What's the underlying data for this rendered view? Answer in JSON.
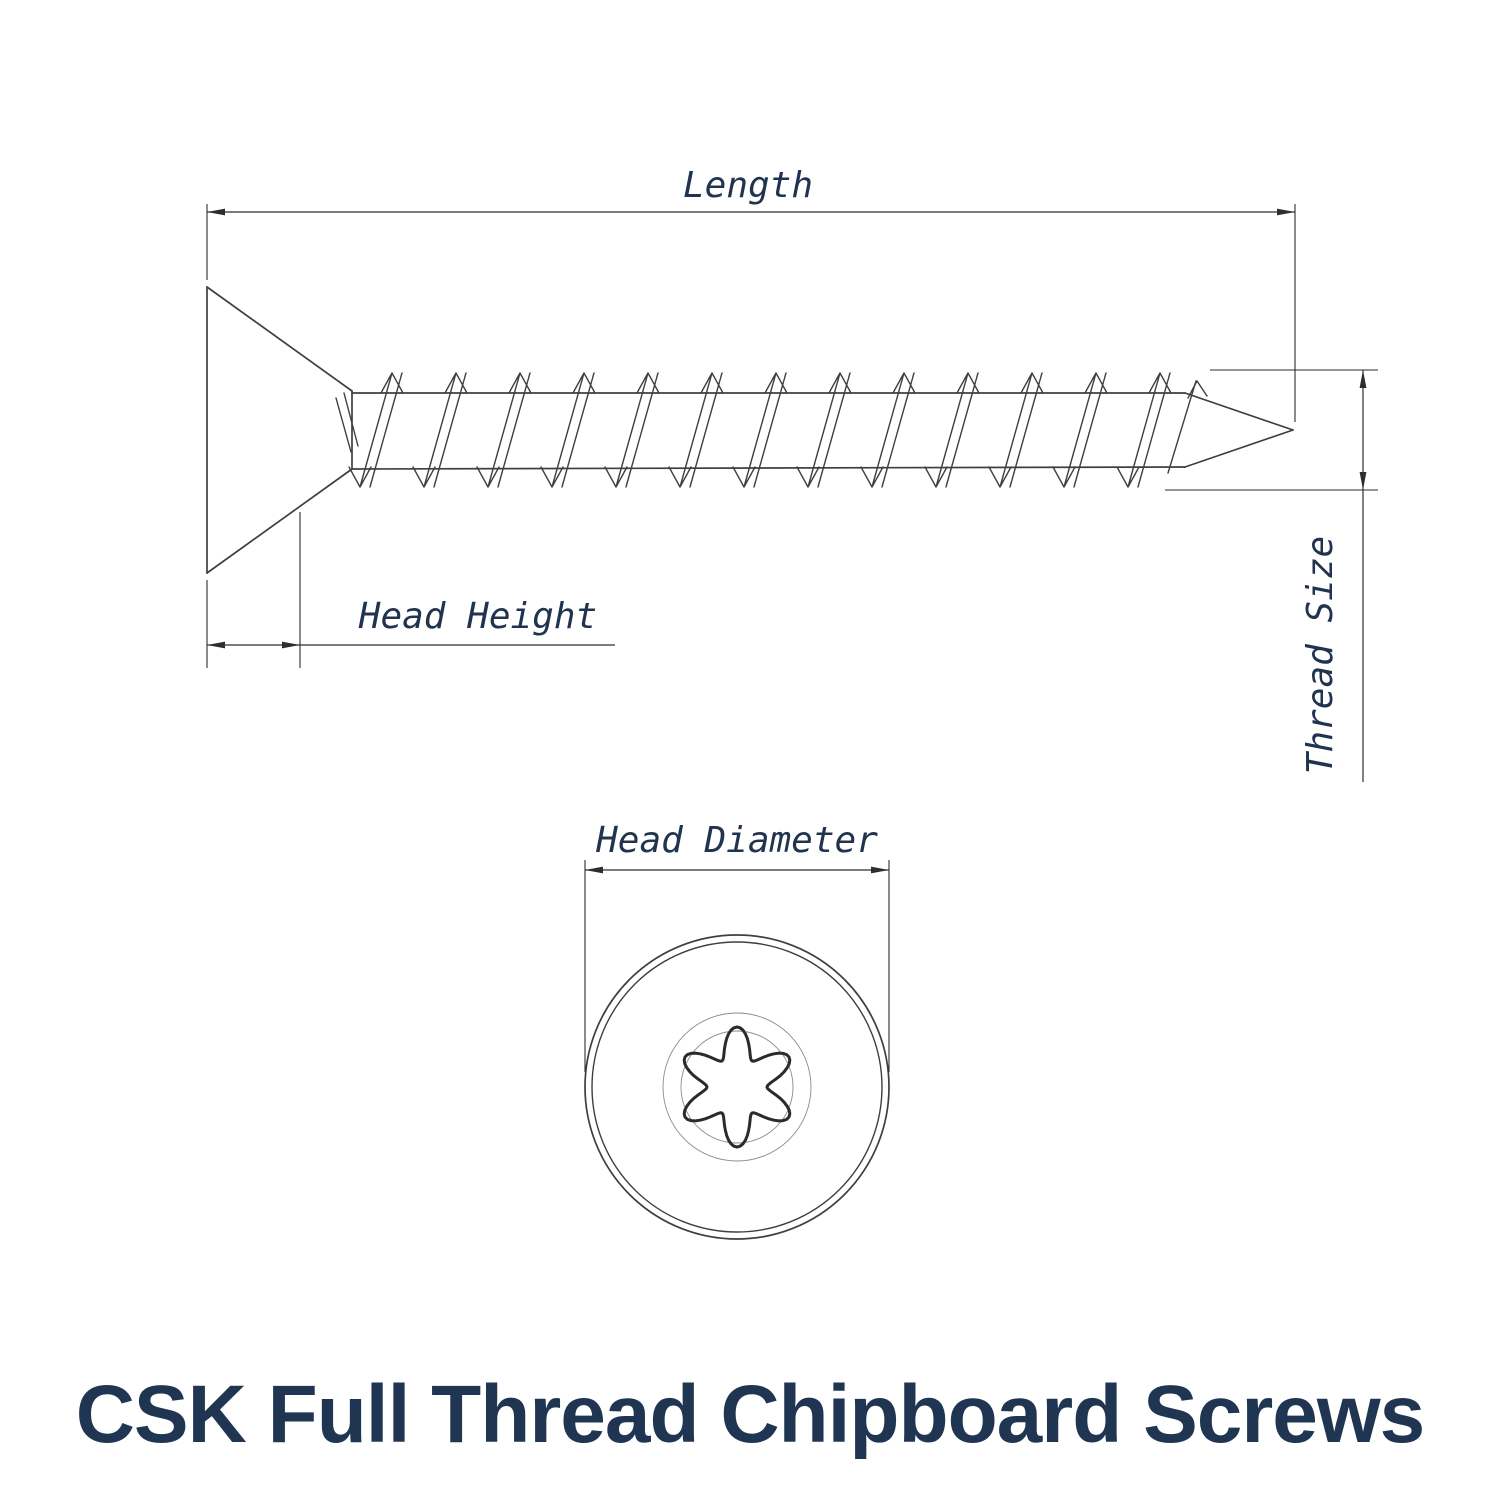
{
  "diagram": {
    "title": "CSK Full Thread Chipboard Screws",
    "labels": {
      "length": "Length",
      "head_height": "Head Height",
      "thread_size": "Thread Size",
      "head_diameter": "Head Diameter"
    },
    "views": {
      "side_view": "countersunk-screw-side-view",
      "top_view": "screw-head-top-view-torx-recess"
    },
    "colors": {
      "line": "#3f3f3f",
      "dimension": "#2e2e2e",
      "label": "#21344f",
      "title": "#1f3551",
      "background": "#ffffff"
    }
  }
}
